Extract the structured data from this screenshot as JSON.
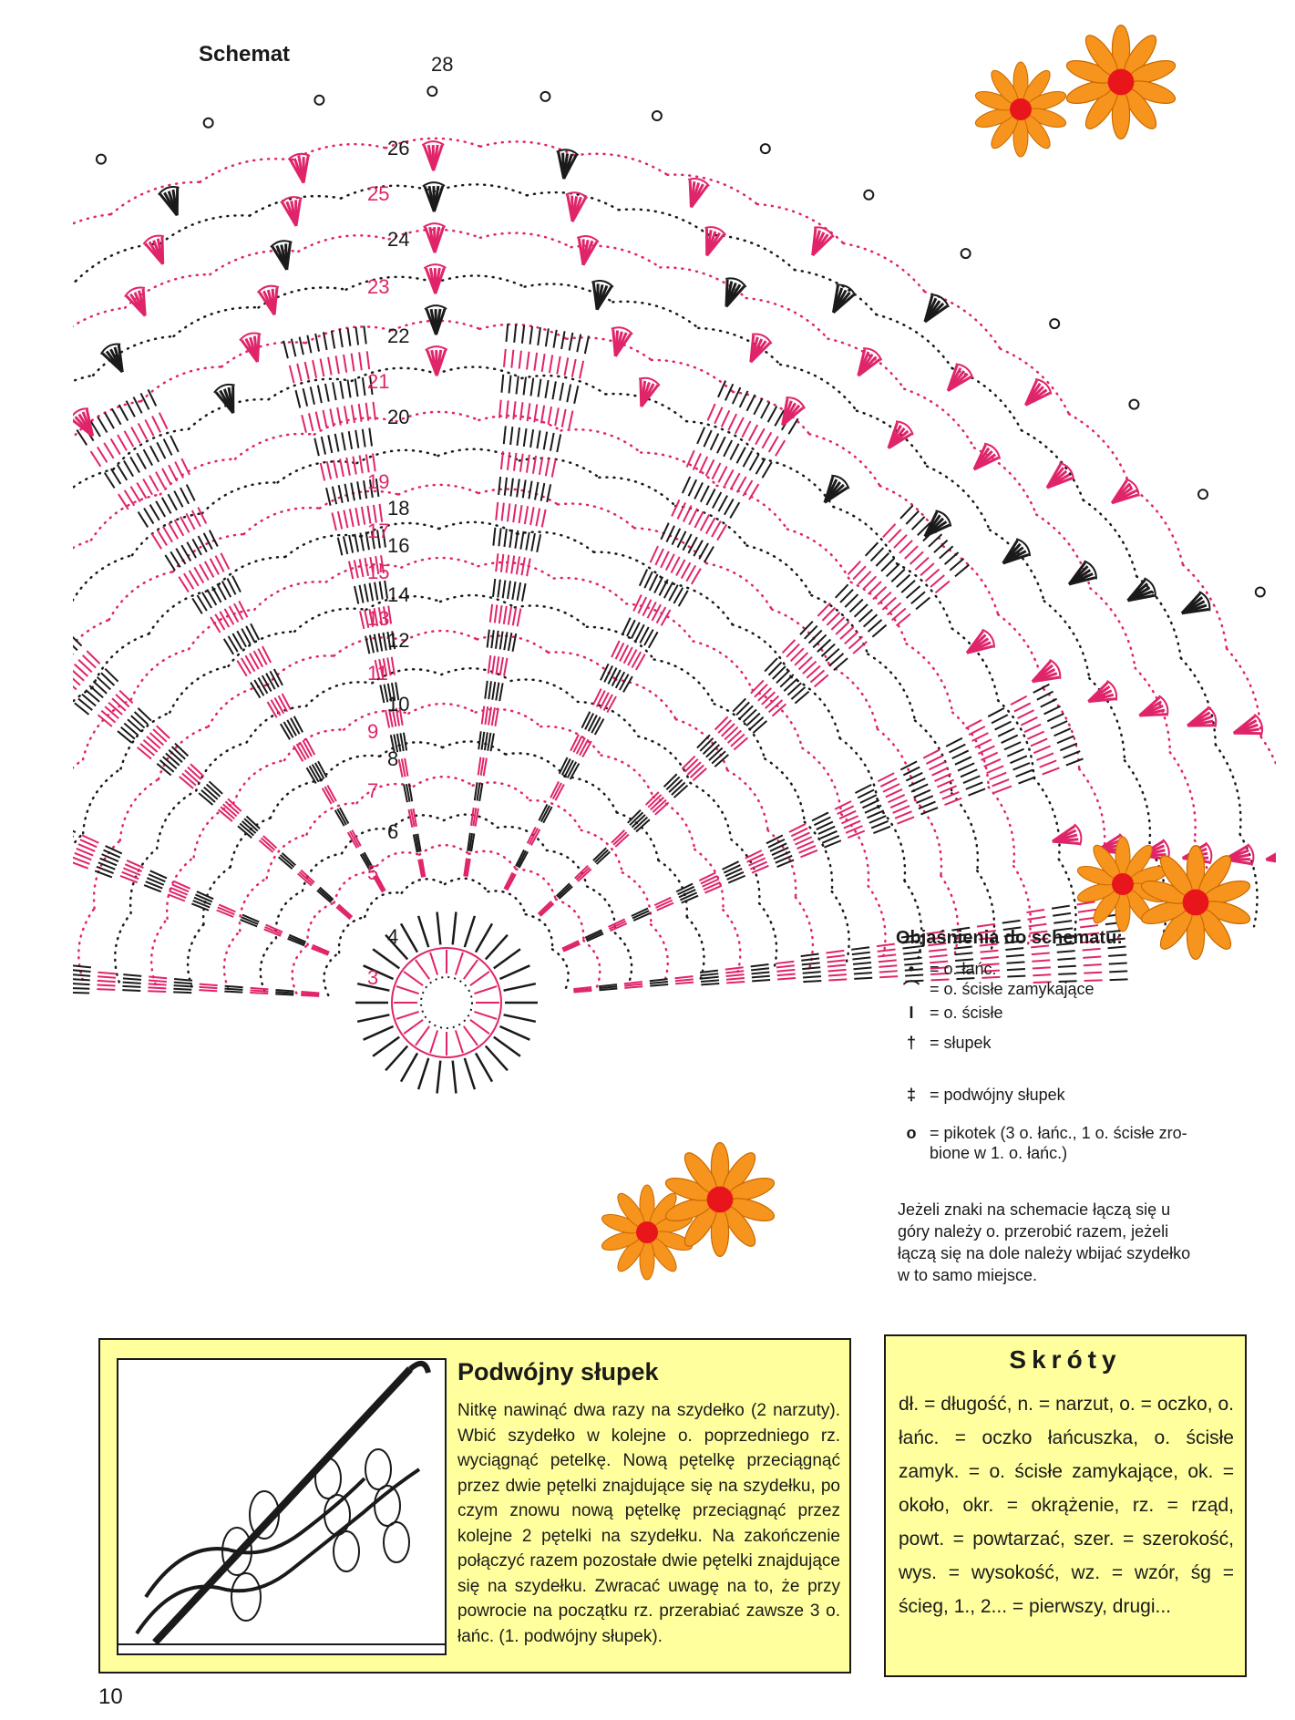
{
  "schemat_title": "Schemat",
  "row_numbers_black": [
    "28",
    "26",
    "24",
    "22",
    "20",
    "18",
    "16",
    "14",
    "12",
    "10",
    "8",
    "6",
    "4"
  ],
  "row_numbers_pink": [
    "25",
    "23",
    "21",
    "19",
    "17",
    "15",
    "13",
    "11",
    "9",
    "7",
    "5",
    "3"
  ],
  "legend": {
    "title": "Objaśnienia do schematu:",
    "items": [
      {
        "icon": "dot-icon",
        "text": "= o. łańc."
      },
      {
        "icon": "arc-icon",
        "text": "= o. ścisłe zamykające"
      },
      {
        "icon": "bar-icon",
        "text": "= o. ścisłe"
      },
      {
        "icon": "dagger-icon",
        "text": "= słupek"
      },
      {
        "icon": "double-dagger-icon",
        "text": "= podwójny słupek"
      },
      {
        "icon": "circle-icon",
        "text": "= pikotek (3 o. łańc., 1 o. ścisłe zro-\nbione w 1. o. łańc.)"
      }
    ],
    "note": "Jeżeli znaki na schemacie łączą się u góry należy o. przerobić razem, jeżeli łączą się na dole należy wbijać szydełko w to samo miejsce."
  },
  "podwojny_slupek": {
    "title": "Podwójny słupek",
    "text": "Nitkę nawinąć dwa razy na szydełko (2 narzuty). Wbić szydełko w kolejne o. poprzedniego rz. wyciągnąć petelkę. Nową pętelkę przeciągnąć przez dwie pętelki znajdujące się na szydełku, po czym znowu nową pętelkę przeciągnąć przez kolejne 2 pętelki na szydełku. Na zakończenie połączyć razem pozostałe dwie pętelki znajdujące się na szydełku. Zwracać uwagę na to, że przy powrocie na początku rz. przerabiać zawsze 3 o. łańc. (1. podwójny słupek)."
  },
  "skroty": {
    "title": "Skróty",
    "text": "dł. = długość, n. = narzut, o. = oczko, o. łańc. = oczko łańcuszka, o. ścisłe zamyk. = o. ścisłe zamykające, ok. = około, okr. = okrążenie, rz. = rząd, powt. = powtarzać, szer. = szerokość, wys. = wysokość, wz. = wzór, śg = ścieg, 1., 2... = pierwszy, drugi..."
  },
  "page_number": "10",
  "colors": {
    "pink": "#e0246a",
    "black": "#1a1a1a",
    "box_yellow": "#ffff9e",
    "flower_orange": "#f7941d",
    "flower_center": "#e8151b"
  }
}
